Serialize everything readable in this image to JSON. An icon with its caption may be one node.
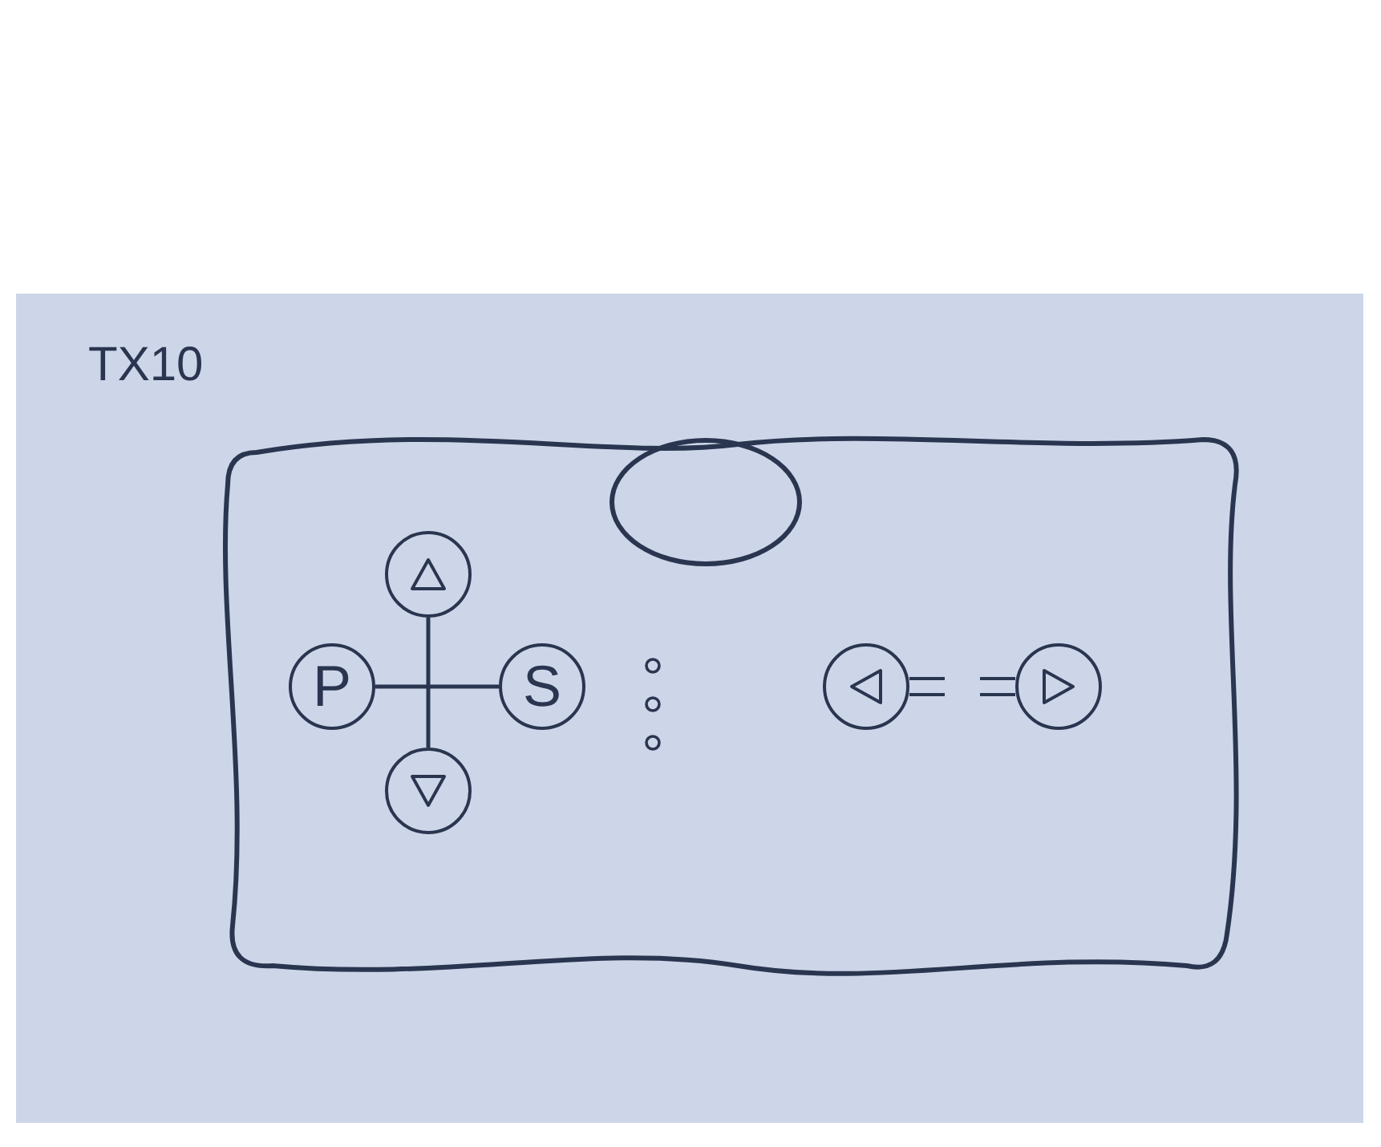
{
  "diagram": {
    "nodes": [
      {
        "text": [],
        "shape": "box"
      },
      {
        "text": [],
        "shape": "oval",
        "in": 0
      },
      {
        "text": [],
        "shape": "circle",
        "in": 0
      },
      {
        "text": [
          "P"
        ],
        "in": 0
      },
      {
        "text": [
          "S"
        ],
        "in": 0
      },
      {
        "text": [],
        "shape": "circle",
        "in": 0
      },
      {
        "text": [],
        "shape": "circle",
        "in": 0
      },
      {
        "text": [],
        "shape": "circle",
        "in": 0
      }
    ],
    "edges": [
      {
        "from": 3,
        "to": 4,
        "arrow": "none"
      },
      {
        "from": 2,
        "to": 7,
        "arrow": "none"
      }
    ],
    "labels": [
      "TX10"
    ]
  }
}
